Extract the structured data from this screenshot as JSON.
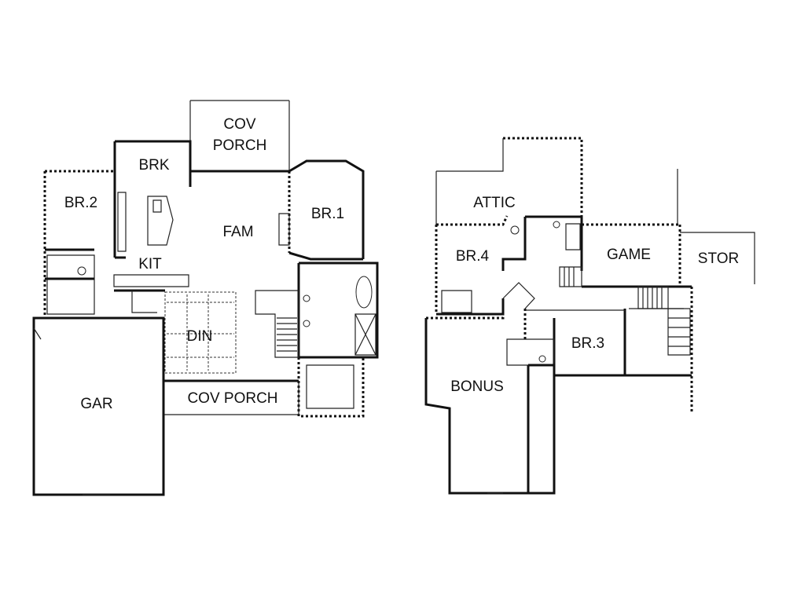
{
  "first_floor": {
    "rooms": [
      {
        "id": "cov-porch-rear",
        "lines": [
          "COV",
          "PORCH"
        ]
      },
      {
        "id": "brk",
        "lines": [
          "BRK"
        ]
      },
      {
        "id": "br2",
        "lines": [
          "BR.2"
        ]
      },
      {
        "id": "fam",
        "lines": [
          "FAM"
        ]
      },
      {
        "id": "br1",
        "lines": [
          "BR.1"
        ]
      },
      {
        "id": "kit",
        "lines": [
          "KIT"
        ]
      },
      {
        "id": "din",
        "lines": [
          "DIN"
        ]
      },
      {
        "id": "gar",
        "lines": [
          "GAR"
        ]
      },
      {
        "id": "cov-porch-front",
        "lines": [
          "COV PORCH"
        ]
      }
    ]
  },
  "second_floor": {
    "rooms": [
      {
        "id": "attic",
        "lines": [
          "ATTIC"
        ]
      },
      {
        "id": "br4",
        "lines": [
          "BR.4"
        ]
      },
      {
        "id": "game",
        "lines": [
          "GAME"
        ]
      },
      {
        "id": "stor",
        "lines": [
          "STOR"
        ]
      },
      {
        "id": "br3",
        "lines": [
          "BR.3"
        ]
      },
      {
        "id": "bonus",
        "lines": [
          "BONUS"
        ]
      }
    ]
  }
}
